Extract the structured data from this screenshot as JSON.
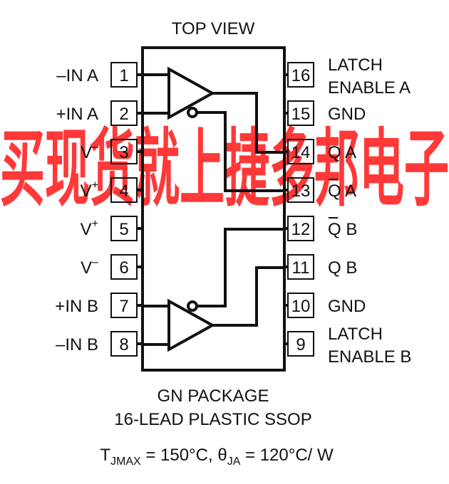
{
  "diagram": {
    "title": "TOP VIEW",
    "package_line1": "GN PACKAGE",
    "package_line2": "16-LEAD PLASTIC SSOP",
    "thermal": {
      "t_symbol": "T",
      "t_sub": "JMAX",
      "t_value": " = 150°C, ",
      "theta_symbol": "θ",
      "theta_sub": "JA",
      "theta_value": " = 120°C/ W"
    },
    "watermark": "买现货就上捷多邦电子",
    "left_pins": [
      {
        "num": "1",
        "label": "–IN A"
      },
      {
        "num": "2",
        "label": "+IN A"
      },
      {
        "num": "3",
        "label": "V",
        "sup": "–"
      },
      {
        "num": "4",
        "label": "V",
        "sup": "+"
      },
      {
        "num": "5",
        "label": "V",
        "sup": "+"
      },
      {
        "num": "6",
        "label": "V",
        "sup": "–"
      },
      {
        "num": "7",
        "label": "+IN B"
      },
      {
        "num": "8",
        "label": "–IN B"
      }
    ],
    "right_pins": [
      {
        "num": "16",
        "label": "LATCH",
        "label2": "ENABLE A"
      },
      {
        "num": "15",
        "label": "GND"
      },
      {
        "num": "14",
        "label": "Q A"
      },
      {
        "num": "13",
        "label": "Q A",
        "overbar": true
      },
      {
        "num": "12",
        "label": "Q B",
        "overbar": true
      },
      {
        "num": "11",
        "label": "Q B"
      },
      {
        "num": "10",
        "label": "GND"
      },
      {
        "num": "9",
        "label": "LATCH",
        "label2": "ENABLE B"
      }
    ]
  }
}
